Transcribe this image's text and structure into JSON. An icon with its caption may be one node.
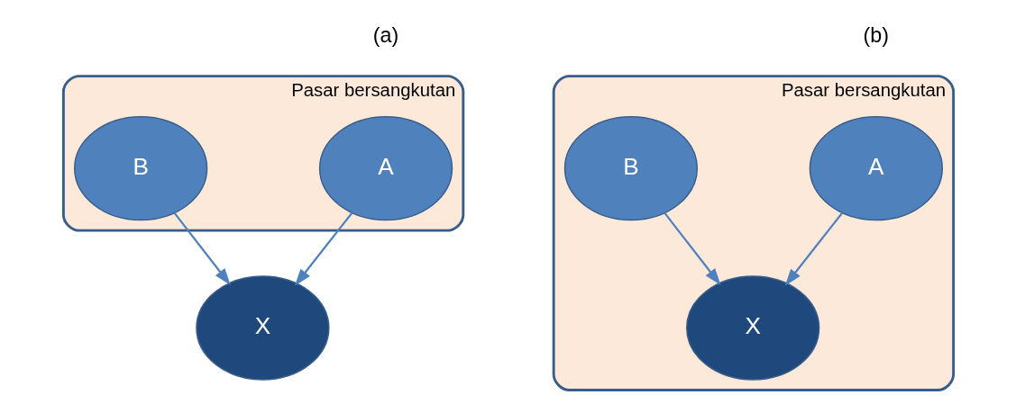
{
  "diagram": {
    "nodes": [
      {
        "text": [
          "Pasar bersangkutan"
        ]
      },
      {
        "text": [
          "A"
        ],
        "in": 0
      },
      {
        "text": [
          "B"
        ],
        "in": 0
      },
      {
        "text": [
          "X"
        ]
      },
      {
        "text": [
          "Pasar bersangkutan"
        ]
      },
      {
        "text": [
          "A"
        ],
        "in": 4
      },
      {
        "text": [
          "B"
        ],
        "in": 4
      },
      {
        "text": [
          "X"
        ],
        "in": 4
      }
    ],
    "edges": [
      {
        "from": 1,
        "to": 3,
        "arrow": "to"
      },
      {
        "from": 2,
        "to": 3,
        "arrow": "to"
      },
      {
        "from": 5,
        "to": 7,
        "arrow": "to"
      },
      {
        "from": 6,
        "to": 7,
        "arrow": "to"
      }
    ],
    "labels": [
      "(a)",
      "(b)"
    ]
  }
}
